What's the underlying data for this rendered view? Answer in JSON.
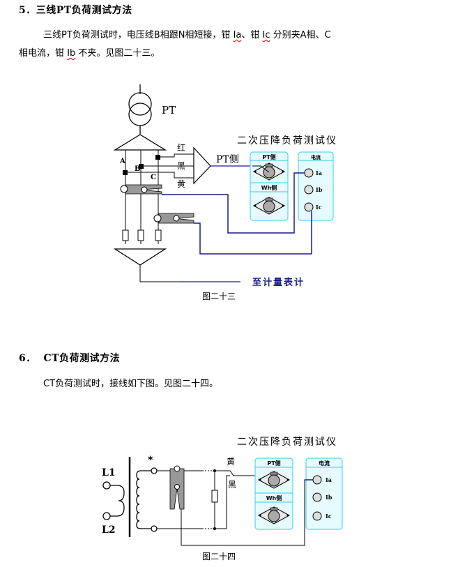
{
  "section5": {
    "heading": "5．三线PT负荷测试方法",
    "para_parts": [
      "三线PT负荷测试时，电压线B相跟N相短接，钳 ",
      "Ia",
      "、钳 ",
      "Ic",
      " 分别夹A相、C"
    ],
    "para_line2_parts": [
      "相电流，钳 ",
      "Ib",
      " 不夹。见图二十三。"
    ],
    "figure": {
      "pt_label": "PT",
      "phase_labels": [
        "A",
        "B",
        "C"
      ],
      "wire_labels": [
        "红",
        "黑",
        "黄"
      ],
      "pt_side_label": "PT侧",
      "instrument_title": "二次压降负荷测试仪",
      "pt_panel_title": "PT侧",
      "wh_panel_title": "Wh侧",
      "current_panel_title": "电流",
      "current_ports": [
        "Ia",
        "Ib",
        "Ic"
      ],
      "meter_label": "至计量表计",
      "caption": "图二十三"
    }
  },
  "section6": {
    "heading": "6．  CT负荷测试方法",
    "para": "CT负荷测试时，接线如下图。见图二十四。",
    "figure": {
      "instrument_title": "二次压降负荷测试仪",
      "terminal_labels": [
        "L1",
        "L2"
      ],
      "polarity_mark": "*",
      "wire_labels": [
        "黄",
        "黑"
      ],
      "pt_panel_title": "PT侧",
      "wh_panel_title": "Wh侧",
      "current_panel_title": "电流",
      "current_ports": [
        "Ia",
        "Ib",
        "Ic"
      ],
      "caption": "图二十四"
    }
  },
  "colors": {
    "panel_fill": "#e6fbff",
    "panel_border": "#33ccee",
    "wire_blue": "#1a1a8c",
    "meter_label": "#1a1a8c"
  }
}
